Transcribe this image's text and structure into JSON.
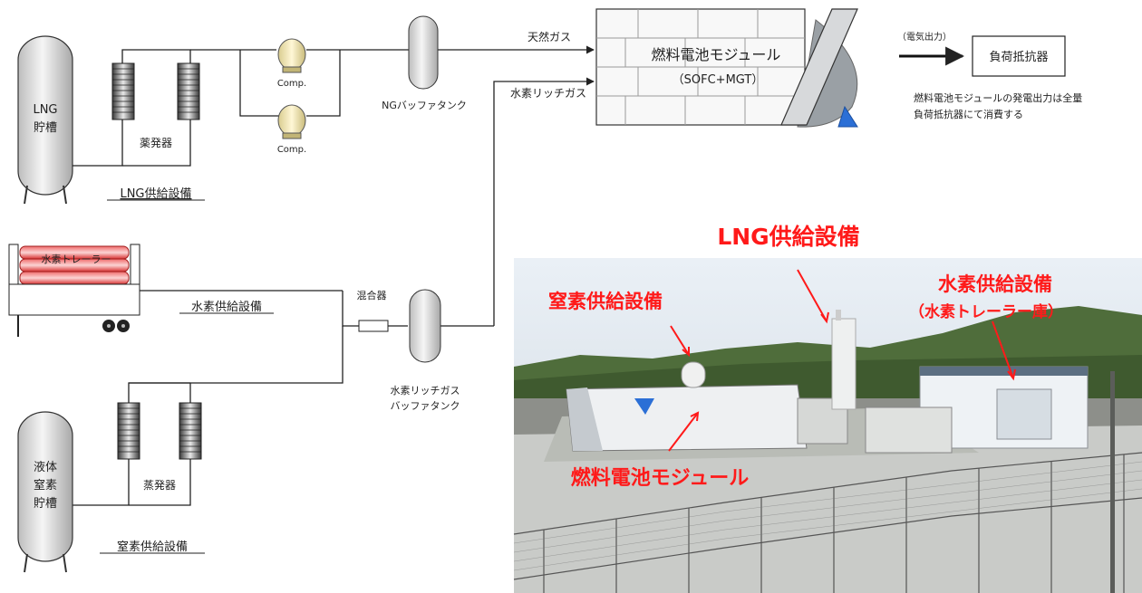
{
  "diagram": {
    "lng_tank_label_1": "LNG",
    "lng_tank_label_2": "貯槽",
    "vaporizer_label_top": "薬発器",
    "comp_label_1": "Comp.",
    "comp_label_2": "Comp.",
    "ng_buffer_label": "NGバッファタンク",
    "lng_section_label": "LNG供給設備",
    "natural_gas_label": "天然ガス",
    "hydrogen_rich_label": "水素リッチガス",
    "fc_module_label": "燃料電池モジュール",
    "fc_module_sub": "（SOFC+MGT）",
    "power_output_label": "（電気出力）",
    "load_resistor_label": "負荷抵抗器",
    "note_line_1": "燃料電池モジュールの発電出力は全量",
    "note_line_2": "負荷抵抗器にて消費する",
    "trailer_label": "水素トレーラー",
    "hydrogen_section_label": "水素供給設備",
    "mixer_label": "混合器",
    "h2_buffer_label_1": "水素リッチガス",
    "h2_buffer_label_2": "バッファタンク",
    "n2_tank_label_1": "液体",
    "n2_tank_label_2": "窒素",
    "n2_tank_label_3": "貯槽",
    "vaporizer_label_bottom": "蒸発器",
    "n2_section_label": "窒素供給設備"
  },
  "photo": {
    "label_lng": "LNG供給設備",
    "label_n2": "窒素供給設備",
    "label_h2_1": "水素供給設備",
    "label_h2_2": "（水素トレーラー庫）",
    "label_fc": "燃料電池モジュール",
    "colors": {
      "label": "#ff1a1a",
      "sky": "#dfe7ef",
      "hills": "#4f6d3b",
      "deck": "#c9cbc8"
    }
  },
  "colors": {
    "line": "#222222",
    "trailer_red": "#e23b3b",
    "tank_fill": "#ececec",
    "fc_shade": "#9aa0a5",
    "fc_blue": "#2b6fd6"
  }
}
